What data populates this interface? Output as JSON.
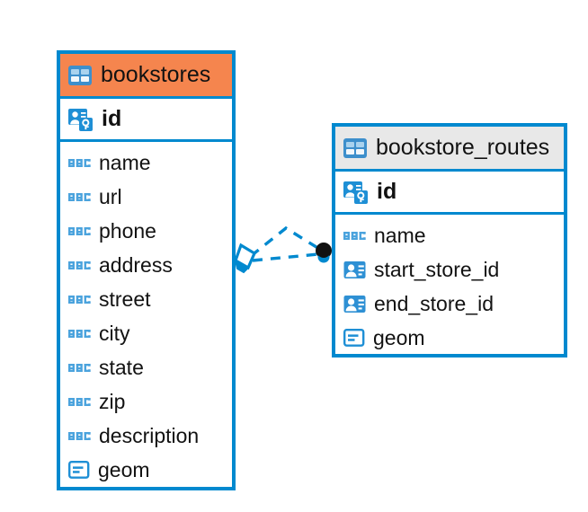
{
  "diagram": {
    "type": "entity-relationship-diagram",
    "background_color": "#ffffff",
    "accent_color": "#0089CF",
    "highlight_color": "#F5854E",
    "entities": [
      {
        "name": "bookstores",
        "header_style": "orange",
        "icon": "table-icon",
        "primary_key": {
          "label": "id",
          "icon": "primary-key-icon"
        },
        "fields": [
          {
            "label": "name",
            "icon": "abc-text-icon"
          },
          {
            "label": "url",
            "icon": "abc-text-icon"
          },
          {
            "label": "phone",
            "icon": "abc-text-icon"
          },
          {
            "label": "address",
            "icon": "abc-text-icon"
          },
          {
            "label": "street",
            "icon": "abc-text-icon"
          },
          {
            "label": "city",
            "icon": "abc-text-icon"
          },
          {
            "label": "state",
            "icon": "abc-text-icon"
          },
          {
            "label": "zip",
            "icon": "abc-text-icon"
          },
          {
            "label": "description",
            "icon": "abc-text-icon"
          },
          {
            "label": "geom",
            "icon": "blob-geometry-icon"
          }
        ]
      },
      {
        "name": "bookstore_routes",
        "header_style": "gray",
        "icon": "table-icon",
        "primary_key": {
          "label": "id",
          "icon": "primary-key-icon"
        },
        "fields": [
          {
            "label": "name",
            "icon": "abc-text-icon"
          },
          {
            "label": "start_store_id",
            "icon": "foreign-key-icon"
          },
          {
            "label": "end_store_id",
            "icon": "foreign-key-icon"
          },
          {
            "label": "geom",
            "icon": "blob-geometry-icon"
          }
        ]
      }
    ],
    "relationship": {
      "from_entity": "bookstores",
      "to_entity": "bookstore_routes",
      "line_style": "dashed",
      "line_color": "#0089CF",
      "source_marker": "diamond-marker",
      "target_marker": "filled-circle-marker",
      "target_marker_color": "#111111"
    }
  }
}
